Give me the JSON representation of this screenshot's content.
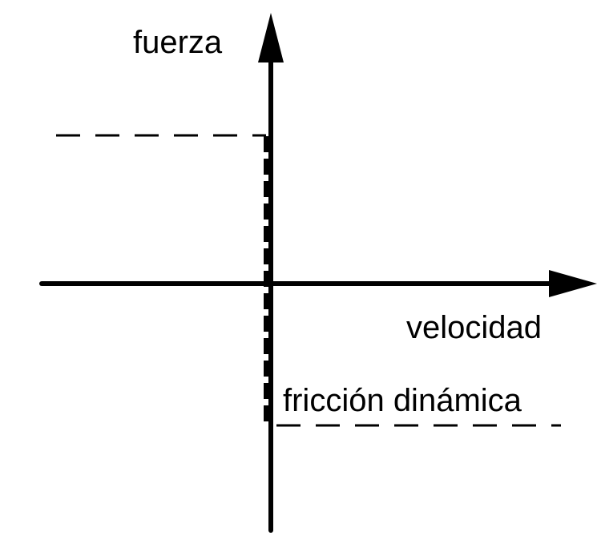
{
  "labels": {
    "y_axis": "fuerza",
    "x_axis": "velocidad",
    "curve": "fricción dinámica"
  },
  "colors": {
    "line": "#000000",
    "background": "#ffffff"
  }
}
